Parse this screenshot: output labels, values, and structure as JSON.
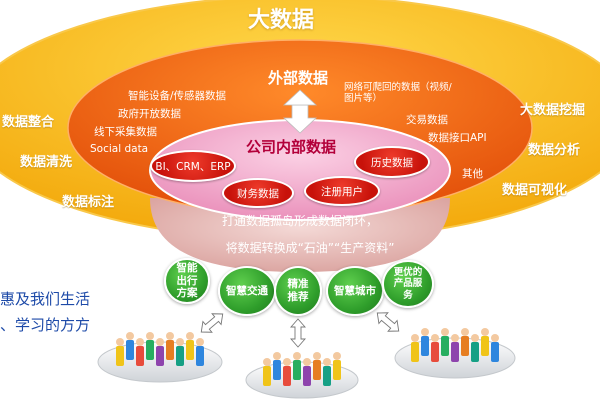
{
  "outer": {
    "title": "大数据",
    "left_items": [
      "数据整合",
      "数据清洗",
      "数据标注"
    ],
    "right_items": [
      "大数据挖掘",
      "数据分析",
      "数据可视化"
    ]
  },
  "external": {
    "title": "外部数据",
    "left_items": [
      "智能设备/传感器数据",
      "政府开放数据",
      "线下采集数据",
      "Social data"
    ],
    "right_items": [
      "网络可爬回的数据（视频/图片等）",
      "交易数据",
      "数据接口API",
      "其他"
    ]
  },
  "internal": {
    "title": "公司内部数据",
    "pills": [
      "BI、CRM、ERP",
      "历史数据",
      "财务数据",
      "注册用户"
    ]
  },
  "closed_loop": {
    "line1": "打通数据孤岛形成数据闭环，",
    "line2": "将数据转换成“石油”“生产资料”"
  },
  "applications": [
    "智能出行方案",
    "智慧交通",
    "精准推荐",
    "智慧城市",
    "更优的产品服务"
  ],
  "side_text": {
    "line1": "惠及我们生活",
    "line2": "、学习的方方"
  },
  "colors": {
    "yellow": "#f7b514",
    "orange": "#f06a0f",
    "pink": "#f2a6c6",
    "green": "#2f9e2b",
    "red": "#c8120a"
  }
}
